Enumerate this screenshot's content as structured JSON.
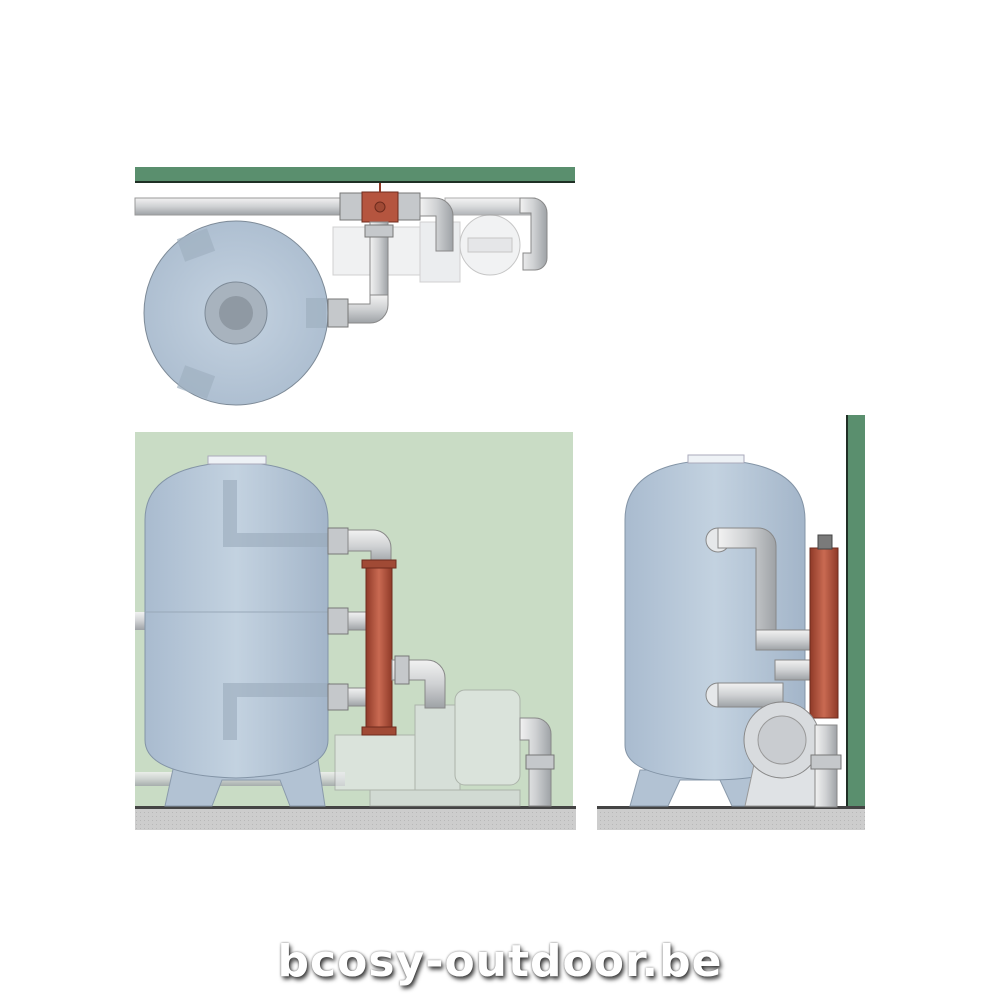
{
  "watermark": "bcosy-outdoor.be",
  "colors": {
    "wall": "#5a8f6e",
    "room_background": "#c9dcc5",
    "tank": "#b9c9d9",
    "pipe": "#d6d8da",
    "valve": "#b5553f",
    "floor": "#c8c8c8"
  },
  "views": [
    "top-view",
    "front-view",
    "side-view"
  ]
}
